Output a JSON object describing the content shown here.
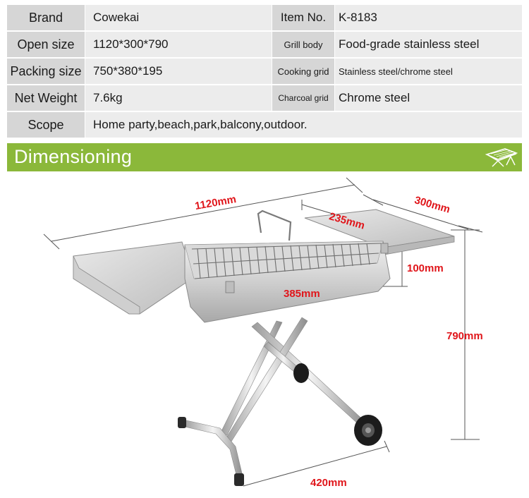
{
  "specs": [
    {
      "label": "Brand",
      "value": "Cowekai",
      "label2": "Item No.",
      "value2": "K-8183"
    },
    {
      "label": "Open size",
      "value": "1120*300*790",
      "label2": "Grill body",
      "value2": "Food-grade stainless steel"
    },
    {
      "label": "Packing size",
      "value": "750*380*195",
      "label2": "Cooking grid",
      "value2": "Stainless steel/chrome steel"
    },
    {
      "label": "Net Weight",
      "value": "7.6kg",
      "label2": "Charcoal grid",
      "value2": "Chrome steel"
    },
    {
      "label": "Scope",
      "value": "Home party,beach,park,balcony,outdoor."
    }
  ],
  "banner": {
    "title": "Dimensioning",
    "icon": "grill-icon"
  },
  "dimensions": {
    "length": "1120mm",
    "width": "300mm",
    "grill_width": "235mm",
    "body_height": "100mm",
    "grill_length": "385mm",
    "height": "790mm",
    "leg_span": "420mm"
  },
  "colors": {
    "banner": "#8bb83a",
    "dimension_text": "#e0161b",
    "label_cell": "#d6d6d6",
    "value_cell": "#ececec"
  }
}
